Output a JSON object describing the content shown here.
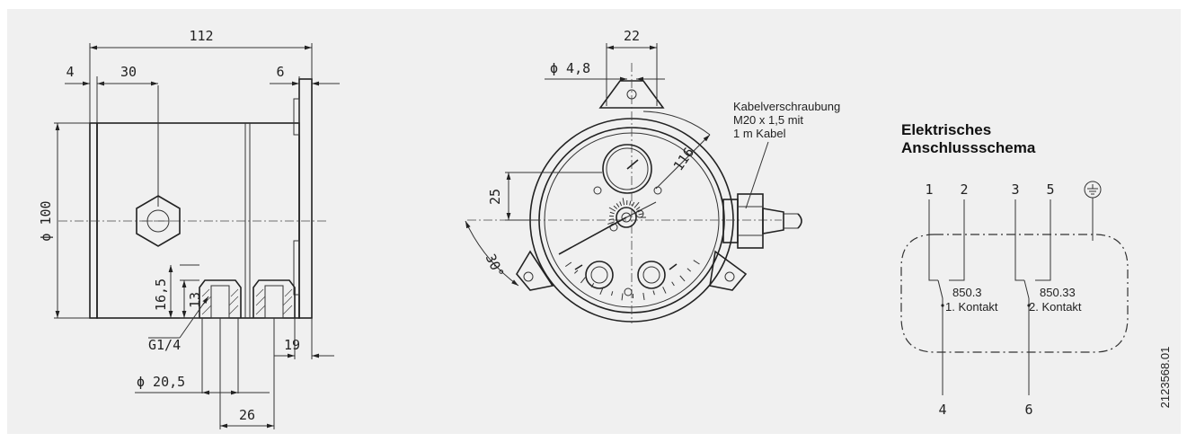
{
  "side_view": {
    "dim_length": "112",
    "dim_flange": "4",
    "dim_center": "30",
    "dim_cover": "6",
    "dim_diameter": "ϕ 100",
    "dim_port_depth": "16,5",
    "dim_thread_depth": "13",
    "thread": "G1/4",
    "dim_port_dia": "ϕ 20,5",
    "dim_right": "19",
    "dim_spacing": "26"
  },
  "front_view": {
    "dim_width": "22",
    "dim_hole": "ϕ 4,8",
    "dim_height": "25",
    "dim_radius": "116",
    "dim_angle": "30°",
    "cable_note": [
      "Kabelverschraubung",
      "M20 x 1,5 mit",
      "1 m Kabel"
    ]
  },
  "wiring": {
    "title": [
      "Elektrisches",
      "Anschlussschema"
    ],
    "top_terminals": [
      "1",
      "2",
      "3",
      "5"
    ],
    "bottom_terminals": [
      "4",
      "6"
    ],
    "contacts": [
      {
        "code": "850.3",
        "label": "1. Kontakt"
      },
      {
        "code": "850.33",
        "label": "2. Kontakt"
      }
    ],
    "ground_icon": "earth-ground-icon"
  },
  "drawing_number": "2123568.01",
  "colors": {
    "background": "#f0f0f0",
    "line": "#222222"
  }
}
